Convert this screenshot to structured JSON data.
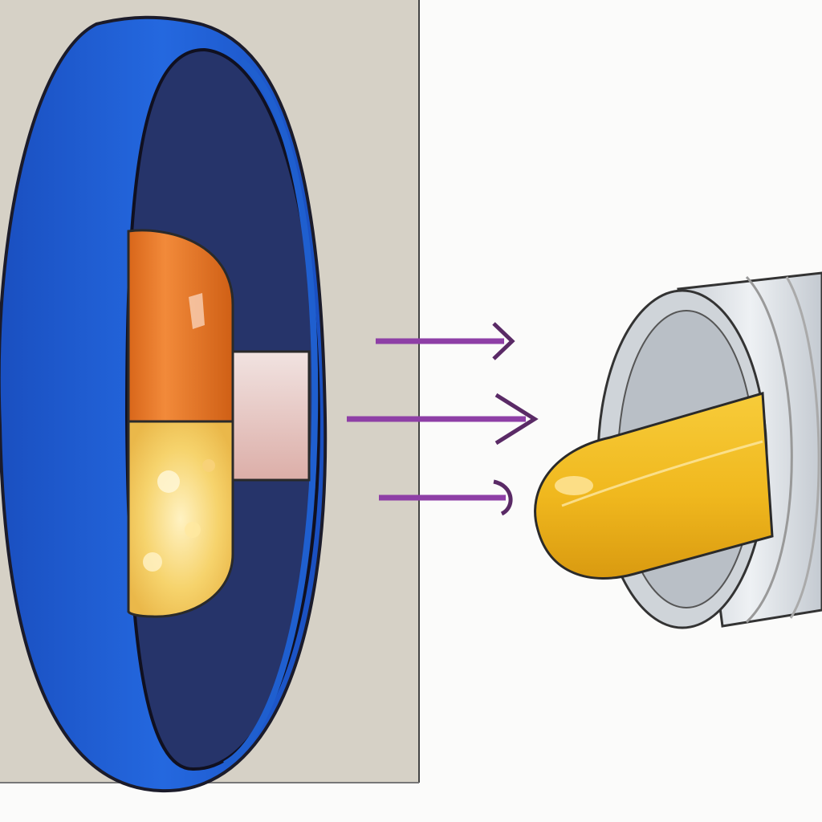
{
  "scene": {
    "kind": "illustration",
    "subjects": [
      "blue-capsule-container",
      "orange-capsule",
      "arrows",
      "metal-cylinder",
      "yellow-capsule"
    ]
  },
  "colors": {
    "background": "#fbfbfa",
    "panel": "#d6d1c6",
    "container_blue": "#1f5fcf",
    "container_inner": "#26346a",
    "capsule_orange": "#e8741f",
    "capsule_fill": "#f2d46a",
    "arrow": "#8e3fa6",
    "metal": "#d9dde2",
    "capsule_yellow": "#f0b81e"
  },
  "icons": [
    "arrow-right-icon",
    "arrow-right-icon",
    "arrow-right-icon"
  ]
}
